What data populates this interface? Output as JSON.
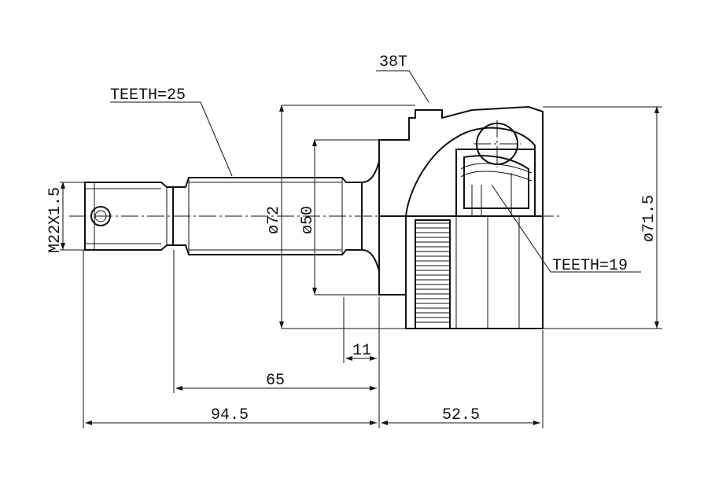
{
  "labels": {
    "spline_outer": "38T",
    "teeth_shaft": "TEETH=25",
    "teeth_inner": "TEETH=19",
    "thread": "M22X1.5",
    "dia_72": "ø72",
    "dia_50": "ø50",
    "dia_715": "ø71.5",
    "len_11": "11",
    "len_65": "65",
    "len_945": "94.5",
    "len_525": "52.5"
  }
}
